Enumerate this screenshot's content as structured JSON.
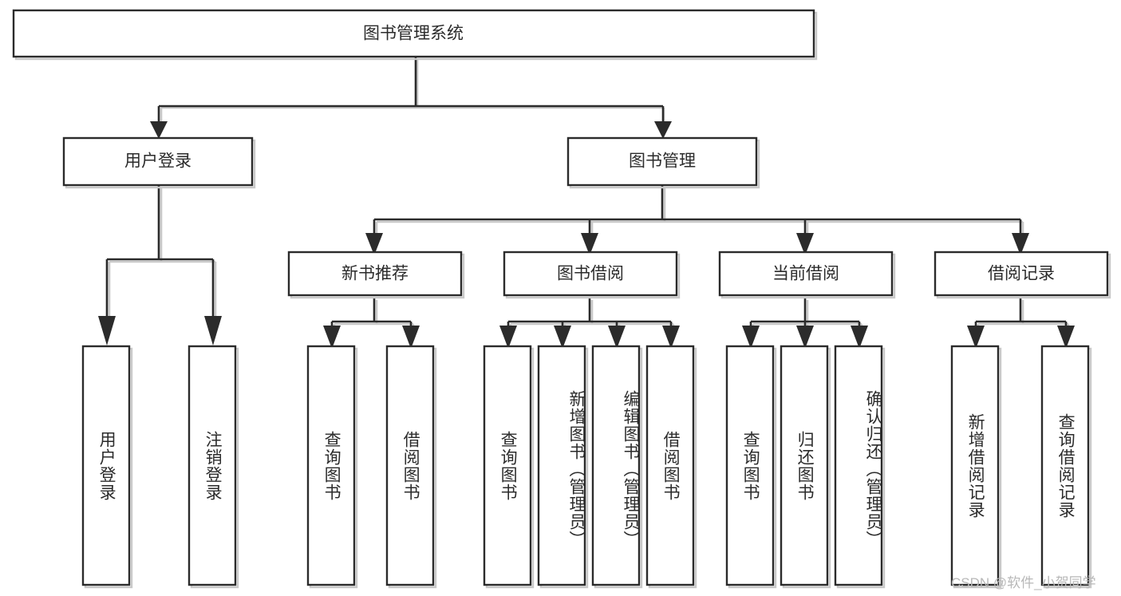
{
  "diagram": {
    "type": "tree-hierarchy-chart",
    "title_text": "图书管理系统",
    "orientation": "top-down",
    "style": {
      "box_fill": "#ffffff",
      "box_stroke": "#2b2b2b",
      "shadow": "#c9c9c9",
      "text_color": "#2b2b2b",
      "watermark_color": "#b8b8b8"
    }
  },
  "root": {
    "label": "图书管理系统"
  },
  "level1": [
    {
      "label": "用户登录"
    },
    {
      "label": "图书管理"
    }
  ],
  "level2": [
    {
      "label": "新书推荐"
    },
    {
      "label": "图书借阅"
    },
    {
      "label": "当前借阅"
    },
    {
      "label": "借阅记录"
    }
  ],
  "leaves": {
    "user_login": [
      {
        "label": "用户登录"
      },
      {
        "label": "注销登录"
      }
    ],
    "new_book_recommend": [
      {
        "label": "查询图书"
      },
      {
        "label": "借阅图书"
      }
    ],
    "book_borrow": [
      {
        "label": "查询图书"
      },
      {
        "label": "新增图书（管理员）"
      },
      {
        "label": "编辑图书（管理员）"
      },
      {
        "label": "借阅图书"
      }
    ],
    "current_borrow": [
      {
        "label": "查询图书"
      },
      {
        "label": "归还图书"
      },
      {
        "label": "确认归还（管理员）"
      }
    ],
    "borrow_records": [
      {
        "label": "新增借阅记录"
      },
      {
        "label": "查询借阅记录"
      }
    ]
  },
  "watermark": {
    "text": "CSDN @软件_小贺同学"
  }
}
